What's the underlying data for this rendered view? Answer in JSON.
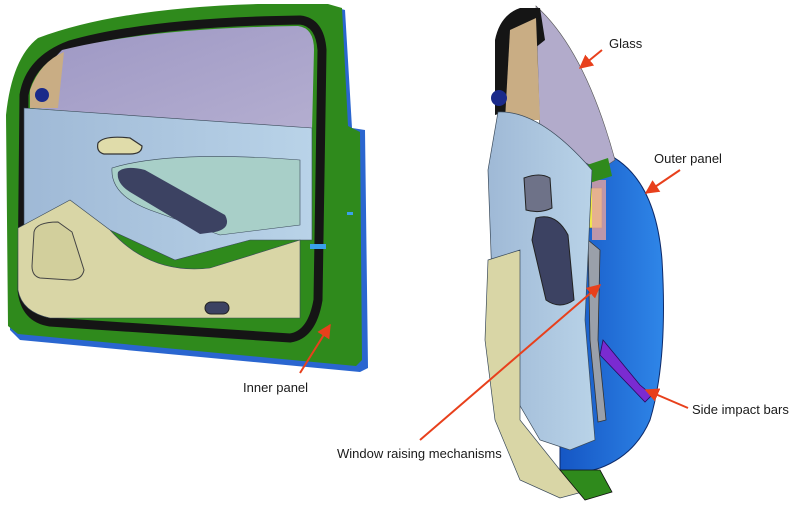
{
  "diagram": {
    "subject": "Car front door assembly (CAD model)",
    "views": [
      {
        "id": "front-view",
        "description": "Inner view of assembled door"
      },
      {
        "id": "exploded-view",
        "description": "Side/section view showing internal components"
      }
    ],
    "labels": [
      {
        "id": "glass",
        "text": "Glass"
      },
      {
        "id": "outer-panel",
        "text": "Outer panel"
      },
      {
        "id": "inner-panel",
        "text": "Inner panel"
      },
      {
        "id": "window-raising",
        "text": "Window raising mechanisms"
      },
      {
        "id": "side-impact",
        "text": "Side impact bars"
      }
    ],
    "colors": {
      "arrow": "#e8401c",
      "inner_panel_green": "#2f8a1c",
      "glass": "#a9a3c9",
      "trim_blue": "#a9c6df",
      "trim_beige": "#d9d6a6",
      "outer_panel_blue": "#1f6fd6",
      "impact_bar_purple": "#7a2bd1",
      "seal_black": "#151515"
    }
  }
}
